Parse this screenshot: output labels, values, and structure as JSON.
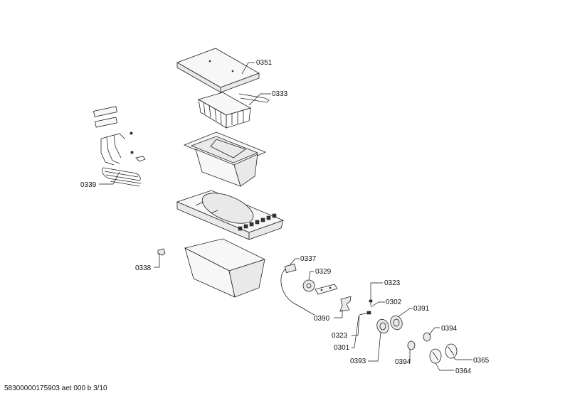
{
  "callouts": [
    {
      "id": "c0351",
      "label": "0351"
    },
    {
      "id": "c0333",
      "label": "0333"
    },
    {
      "id": "c0339",
      "label": "0339"
    },
    {
      "id": "c0338",
      "label": "0338"
    },
    {
      "id": "c0337",
      "label": "0337"
    },
    {
      "id": "c0329",
      "label": "0329"
    },
    {
      "id": "c0323a",
      "label": "0323"
    },
    {
      "id": "c0302",
      "label": "0302"
    },
    {
      "id": "c0391",
      "label": "0391"
    },
    {
      "id": "c0390",
      "label": "0390"
    },
    {
      "id": "c0323b",
      "label": "0323"
    },
    {
      "id": "c0394a",
      "label": "0394"
    },
    {
      "id": "c0301",
      "label": "0301"
    },
    {
      "id": "c0393",
      "label": "0393"
    },
    {
      "id": "c0394b",
      "label": "0394"
    },
    {
      "id": "c0365",
      "label": "0365"
    },
    {
      "id": "c0364",
      "label": "0364"
    }
  ],
  "footer": {
    "text": "58300000175903 aet 000 b 3/10"
  }
}
